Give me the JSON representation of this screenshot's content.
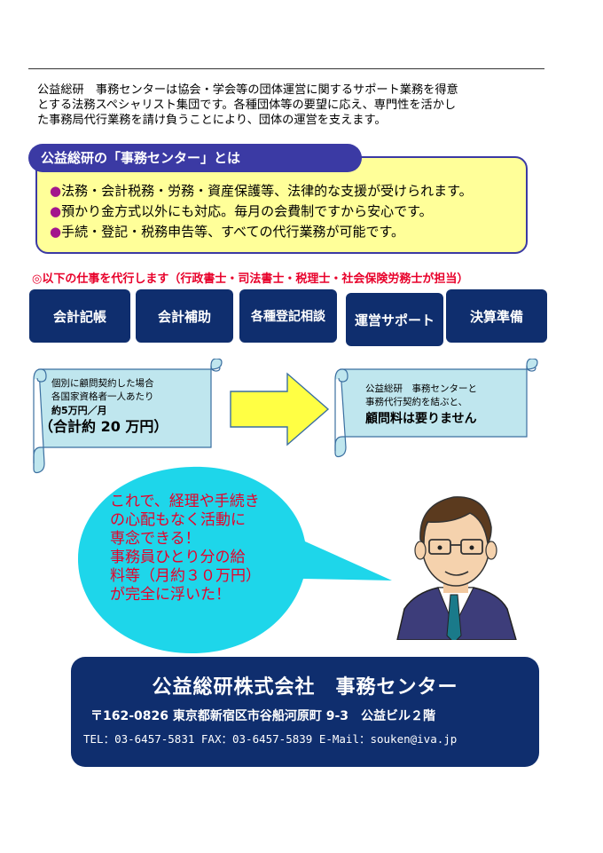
{
  "intro": {
    "lines": [
      "公益総研　事務センターは協会・学会等の団体運営に関するサポート業務を得意",
      "とする法務スペシャリスト集団です。各種団体等の要望に応え、専門性を活かし",
      "た事務局代行業務を請け負うことにより、団体の運営を支えます。"
    ]
  },
  "about": {
    "title": "公益総研の「事務センター」とは",
    "bullet": "●",
    "points": [
      "法務・会計税務・労務・資産保護等、法律的な支援が受けられます。",
      "預かり金方式以外にも対応。毎月の会費制ですから安心です。",
      "手続・登記・税務申告等、すべての代行業務が可能です。"
    ]
  },
  "services": {
    "heading": "◎以下の仕事を代行します（行政書士・司法書士・税理士・社会保険労務士が担当）",
    "items": [
      "会計記帳",
      "会計補助",
      "各種登記相談",
      "運営サポート",
      "決算準備"
    ]
  },
  "compare": {
    "left": {
      "line1": "個別に顧問契約した場合",
      "line2": "各国家資格者一人あたり",
      "line3": "約5万円／月",
      "line4": "（合計約 20 万円）"
    },
    "right": {
      "line1": "公益総研　事務センターと",
      "line2": "事務代行契約を結ぶと、",
      "line3": "顧問料は要りません"
    }
  },
  "bubble": {
    "lines": [
      "これで、経理や手続き",
      "の心配もなく活動に",
      "専念できる！",
      "事務員ひとり分の給",
      "料等（月約３０万円）",
      "が完全に浮いた！"
    ]
  },
  "footer": {
    "company": "公益総研株式会社　事務センター",
    "address": "〒162-0826 東京都新宿区市谷船河原町 9-3　公益ビル２階",
    "contact": "TEL：03-6457-5831  FAX：03-6457-5839  E-Mail：souken@iva.jp"
  },
  "colors": {
    "navy": "#0f2e6e",
    "purple": "#3b3aa4",
    "yellow": "#ffff99",
    "scroll": "#bfe6ee",
    "bubble": "#1ed6ea",
    "red": "#e8002a"
  }
}
